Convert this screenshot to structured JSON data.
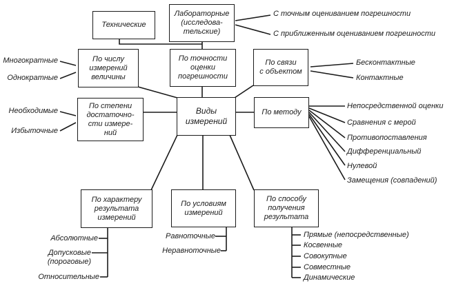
{
  "diagram": {
    "center": {
      "label_lines": [
        "Виды",
        "измерений"
      ]
    },
    "categories": {
      "technical": {
        "label_lines": [
          "Технические"
        ]
      },
      "laboratory": {
        "label_lines": [
          "Лабораторные",
          "(исследова-",
          "тельские)"
        ],
        "items": [
          "С точным оцениванием погрешности",
          "С приближенным оцениванием погрешности"
        ]
      },
      "by_count": {
        "label_lines": [
          "По числу",
          "измерений",
          "величины"
        ],
        "items": [
          "Многократные",
          "Однократные"
        ]
      },
      "by_accuracy": {
        "label_lines": [
          "По точности",
          "оценки",
          "погрешности"
        ]
      },
      "by_object": {
        "label_lines": [
          "По связи",
          "с объектом"
        ],
        "items": [
          "Бесконтактные",
          "Контактные"
        ]
      },
      "by_sufficiency": {
        "label_lines": [
          "По степени",
          "достаточно-",
          "сти измере-",
          "ний"
        ],
        "items": [
          "Необходимые",
          "Избыточные"
        ]
      },
      "by_method": {
        "label_lines": [
          "По методу"
        ],
        "items": [
          "Непосредственной оценки",
          "Сравнения с мерой",
          "Противопоставления",
          "Дифференциальный",
          "Нулевой",
          "Замещения (совпадений)"
        ]
      },
      "by_result_nature": {
        "label_lines": [
          "По характеру",
          "результата",
          "измерений"
        ],
        "items": [
          "Абсолютные",
          "Допусковые",
          "(пороговые)",
          "Относительные"
        ]
      },
      "by_conditions": {
        "label_lines": [
          "По условиям",
          "измерений"
        ],
        "items": [
          "Равноточные",
          "Неравноточные"
        ]
      },
      "by_result_method": {
        "label_lines": [
          "По способу",
          "получения",
          "результата"
        ],
        "items": [
          "Прямые (непосредственные)",
          "Косвенные",
          "Совокупные",
          "Совместные",
          "Динамические"
        ]
      }
    }
  }
}
